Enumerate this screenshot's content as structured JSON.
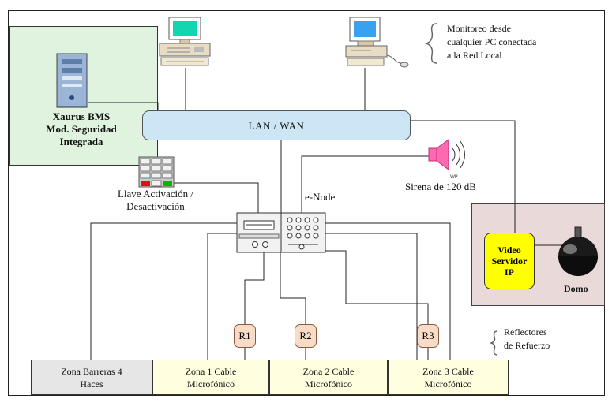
{
  "monitor_note": [
    "Monitoreo desde",
    "cualquier PC conectada",
    "a la Red Local"
  ],
  "server_label": [
    "Xaurus BMS",
    "Mod. Seguridad",
    "Integrada"
  ],
  "network_label": "LAN / WAN",
  "siren_label": "Sirena de 120 dB",
  "enode_label": "e-Node",
  "key_label": [
    "Llave Activación /",
    "Desactivación"
  ],
  "video_server_label": [
    "Video",
    "Servidor",
    "IP"
  ],
  "dome_label": "Domo",
  "reflectors": [
    "R1",
    "R2",
    "R3"
  ],
  "reflectors_note": [
    "Reflectores",
    "de Refuerzo"
  ],
  "zones": [
    {
      "line1": "Zona Barreras 4",
      "line2": "Haces",
      "color": "#e6e6e6"
    },
    {
      "line1": "Zona 1 Cable",
      "line2": "Microfónico",
      "color": "#ffffe0"
    },
    {
      "line1": "Zona 2 Cable",
      "line2": "Microfónico",
      "color": "#ffffe0"
    },
    {
      "line1": "Zona 3 Cable",
      "line2": "Microfónico",
      "color": "#ffffe0"
    }
  ],
  "colors": {
    "server_panel": "#dff3df",
    "network": "#cde6f5",
    "video_panel": "#e9d9d9",
    "video_server": "#ffff00",
    "siren": "#ff69b4",
    "reflector": "#f8dcc8"
  }
}
